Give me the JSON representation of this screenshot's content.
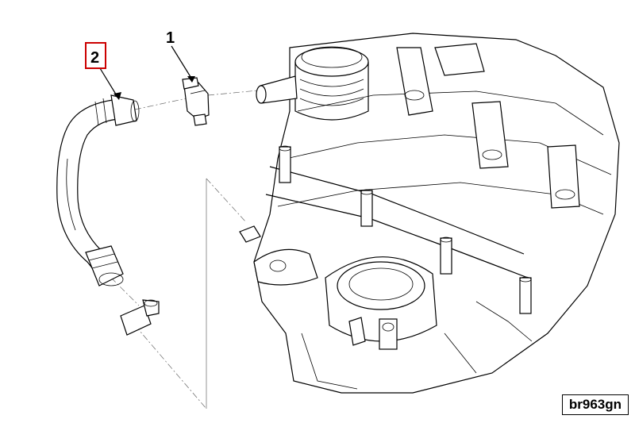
{
  "callouts": [
    {
      "label": "1"
    },
    {
      "label": "2"
    }
  ],
  "reference_code": "br963gn",
  "colors": {
    "highlight_box": "#cc0000",
    "line": "#000000"
  }
}
